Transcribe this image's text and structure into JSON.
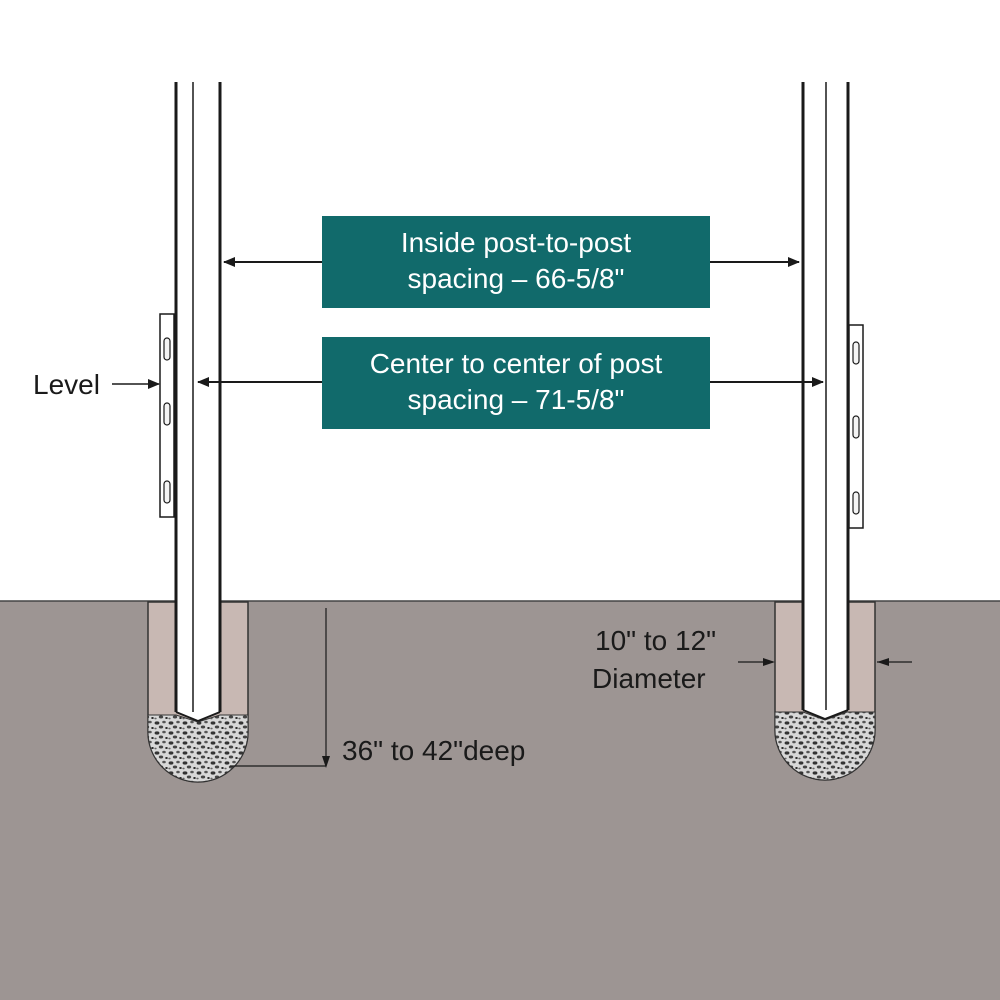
{
  "callouts": {
    "inside_spacing": {
      "line1": "Inside post-to-post",
      "line2": "spacing – 66-5/8\""
    },
    "center_spacing": {
      "line1": "Center to center of post",
      "line2": "spacing – 71-5/8\""
    }
  },
  "labels": {
    "level": "Level",
    "depth": "36\" to 42\"deep",
    "diameter_line1": "10\" to 12\"",
    "diameter_line2": "Diameter"
  },
  "colors": {
    "callout_fill": "#116a6b",
    "ground": "#9d9593",
    "hole_fill": "#c8b8b3",
    "post_outline": "#1a1a1a",
    "background": "#ffffff"
  }
}
